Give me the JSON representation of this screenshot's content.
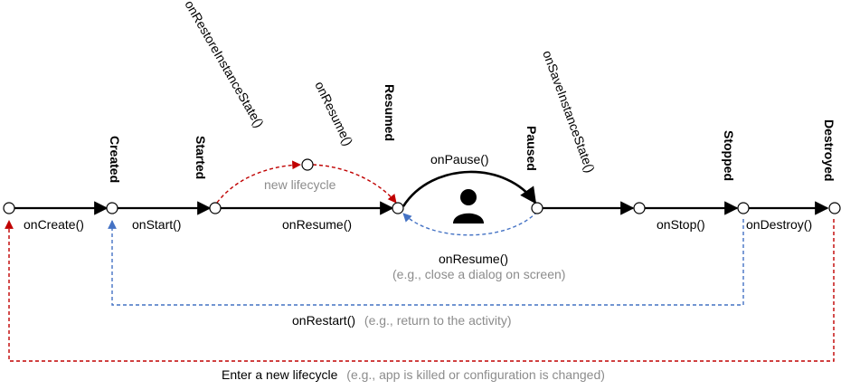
{
  "colors": {
    "main_arrow": "#000000",
    "restore_path": "#c00000",
    "resume_path": "#4472c4",
    "node_fill": "#ffffff",
    "muted_text": "#8c8c8c"
  },
  "states": {
    "created": "Created",
    "started": "Started",
    "resumed": "Resumed",
    "paused": "Paused",
    "stopped": "Stopped",
    "destroyed": "Destroyed"
  },
  "callbacks": {
    "on_create": "onCreate()",
    "on_start": "onStart()",
    "on_resume": "onResume()",
    "on_pause": "onPause()",
    "on_stop": "onStop()",
    "on_destroy": "onDestroy()",
    "on_restore_instance_state": "onRestoreInstanceState()",
    "on_save_instance_state": "onSaveInstanceState()",
    "on_resume_top": "onResume()",
    "on_resume_bottom": "onResume()",
    "on_restart": "onRestart()"
  },
  "annotations": {
    "new_lifecycle": "new lifecycle",
    "resume_example": "(e.g., close a dialog on screen)",
    "restart_example": "(e.g., return to the activity)",
    "enter_new_lifecycle": "Enter a new lifecycle",
    "enter_new_lifecycle_example": "(e.g., app is killed or configuration is changed)"
  },
  "icons": {
    "user": "user-icon"
  }
}
